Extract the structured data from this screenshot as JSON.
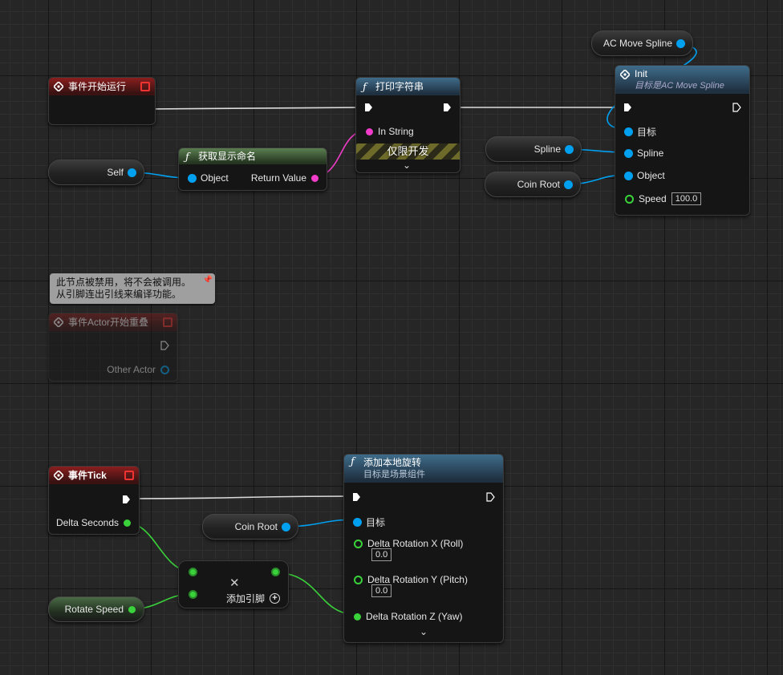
{
  "nodes": {
    "begin_play": {
      "title": "事件开始运行"
    },
    "get_display_name": {
      "title": "获取显示命名",
      "pin_object": "Object",
      "pin_return": "Return Value"
    },
    "print_string": {
      "title": "打印字符串",
      "pin_in_string": "In String",
      "dev_only": "仅限开发"
    },
    "init": {
      "title": "Init",
      "subtitle": "目标是AC Move Spline",
      "pin_target": "目标",
      "pin_spline": "Spline",
      "pin_object": "Object",
      "pin_speed": "Speed",
      "speed_value": "100.0"
    },
    "actor_overlap": {
      "title": "事件Actor开始重叠",
      "pin_other_actor": "Other Actor"
    },
    "tick": {
      "title": "事件Tick",
      "pin_delta_seconds": "Delta Seconds"
    },
    "add_pin": {
      "label": "添加引脚"
    },
    "add_local_rotation": {
      "title": "添加本地旋转",
      "subtitle": "目标是场景组件",
      "pin_target": "目标",
      "pin_roll": "Delta Rotation X (Roll)",
      "roll_value": "0.0",
      "pin_pitch": "Delta Rotation Y (Pitch)",
      "pitch_value": "0.0",
      "pin_yaw": "Delta Rotation Z (Yaw)"
    }
  },
  "variables": {
    "ac_move_spline": "AC Move Spline",
    "self": "Self",
    "spline": "Spline",
    "coin_root_1": "Coin Root",
    "coin_root_2": "Coin Root",
    "rotate_speed": "Rotate Speed"
  },
  "comment": {
    "line1": "此节点被禁用，将不会被调用。",
    "line2": "从引脚连出引线来编译功能。"
  },
  "colors": {
    "exec": "#ffffff",
    "object": "#00a0f0",
    "string": "#f03cc8",
    "float": "#3ad23a",
    "event_header": "#8b1e1e",
    "function_header": "#3f6c8a",
    "pure_header": "#5a7e50"
  },
  "icons": [
    "event-diamond-icon",
    "function-icon",
    "stop-square-icon",
    "exec-pin-icon",
    "chevron-down-icon",
    "pin-icon",
    "add-pin-icon",
    "remove-x-icon"
  ]
}
